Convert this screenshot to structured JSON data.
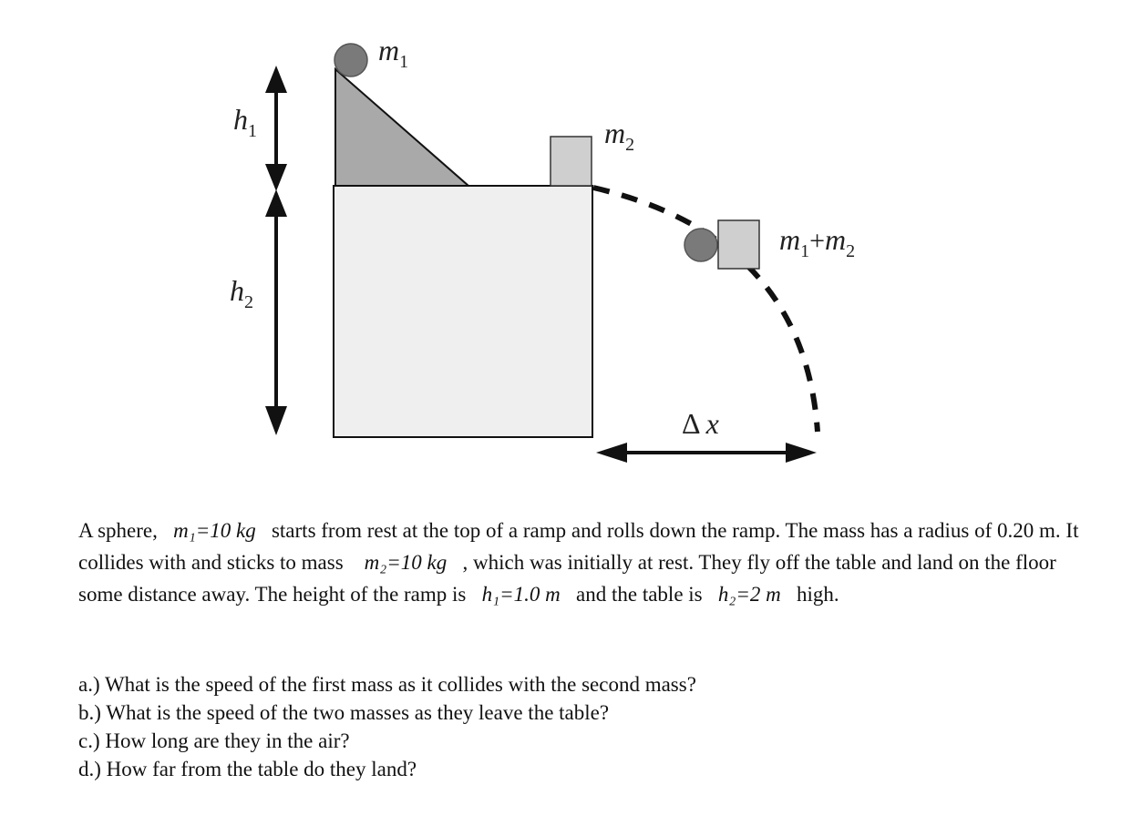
{
  "figure": {
    "labels": {
      "m1": {
        "base": "m",
        "sub": "1"
      },
      "m2": {
        "base": "m",
        "sub": "2"
      },
      "combined": {
        "base1": "m",
        "sub1": "1",
        "op": "+",
        "base2": "m",
        "sub2": "2"
      },
      "h1": {
        "base": "h",
        "sub": "1"
      },
      "h2": {
        "base": "h",
        "sub": "2"
      },
      "dx": {
        "delta": "Δ",
        "var": "x"
      }
    }
  },
  "problem": {
    "p1": "A sphere,",
    "eq_m1": "m₁=10 kg",
    "p2": "starts from rest at the top of a ramp and rolls down the ramp.  The mass has a radius of 0.20 m.  It collides with and sticks to mass",
    "eq_m2": "m₂=10 kg",
    "p3": ", which was initially at rest.  They fly off the table and land on the floor some distance away.  The height of the ramp is",
    "eq_h1": "h₁=1.0 m",
    "p4": "and the table is",
    "eq_h2": "h₂=2 m",
    "p5": "high."
  },
  "questions": [
    "a.) What is the speed of the first mass as it collides with the second mass?",
    "b.) What is the speed of the two masses as they leave the table?",
    "c.) How long are they in the air?",
    "d.) How far from the table do they land?"
  ]
}
